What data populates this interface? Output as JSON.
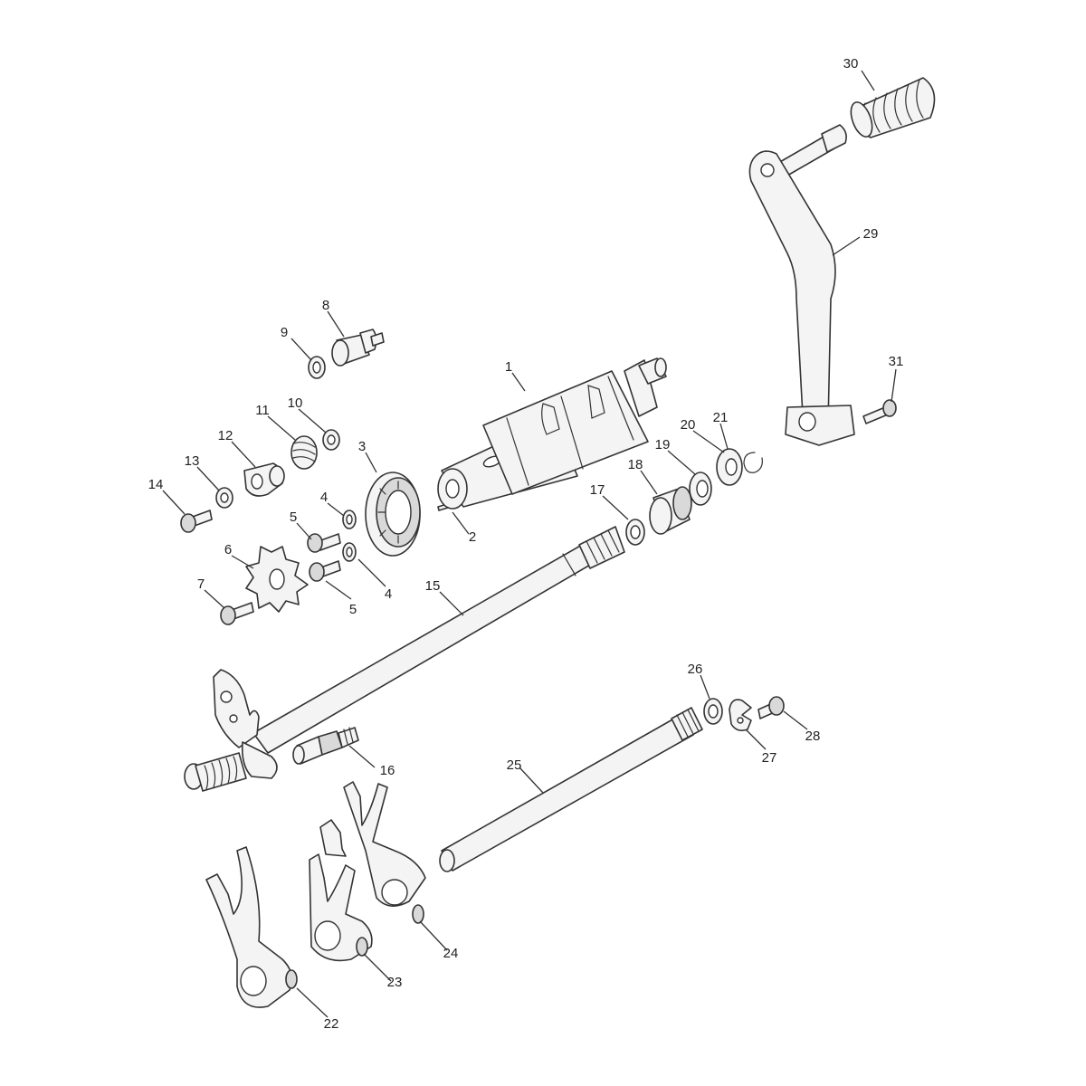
{
  "callouts": {
    "c1": "1",
    "c2": "2",
    "c3": "3",
    "c4a": "4",
    "c4b": "4",
    "c5a": "5",
    "c5b": "5",
    "c6": "6",
    "c7": "7",
    "c8": "8",
    "c9": "9",
    "c10": "10",
    "c11": "11",
    "c12": "12",
    "c13": "13",
    "c14": "14",
    "c15": "15",
    "c16": "16",
    "c17": "17",
    "c18": "18",
    "c19": "19",
    "c20": "20",
    "c21": "21",
    "c22": "22",
    "c23": "23",
    "c24": "24",
    "c25": "25",
    "c26": "26",
    "c27": "27",
    "c28": "28",
    "c29": "29",
    "c30": "30",
    "c31": "31"
  },
  "colors": {
    "line": "#333333",
    "fill": "#f4f4f4",
    "background": "#ffffff"
  }
}
